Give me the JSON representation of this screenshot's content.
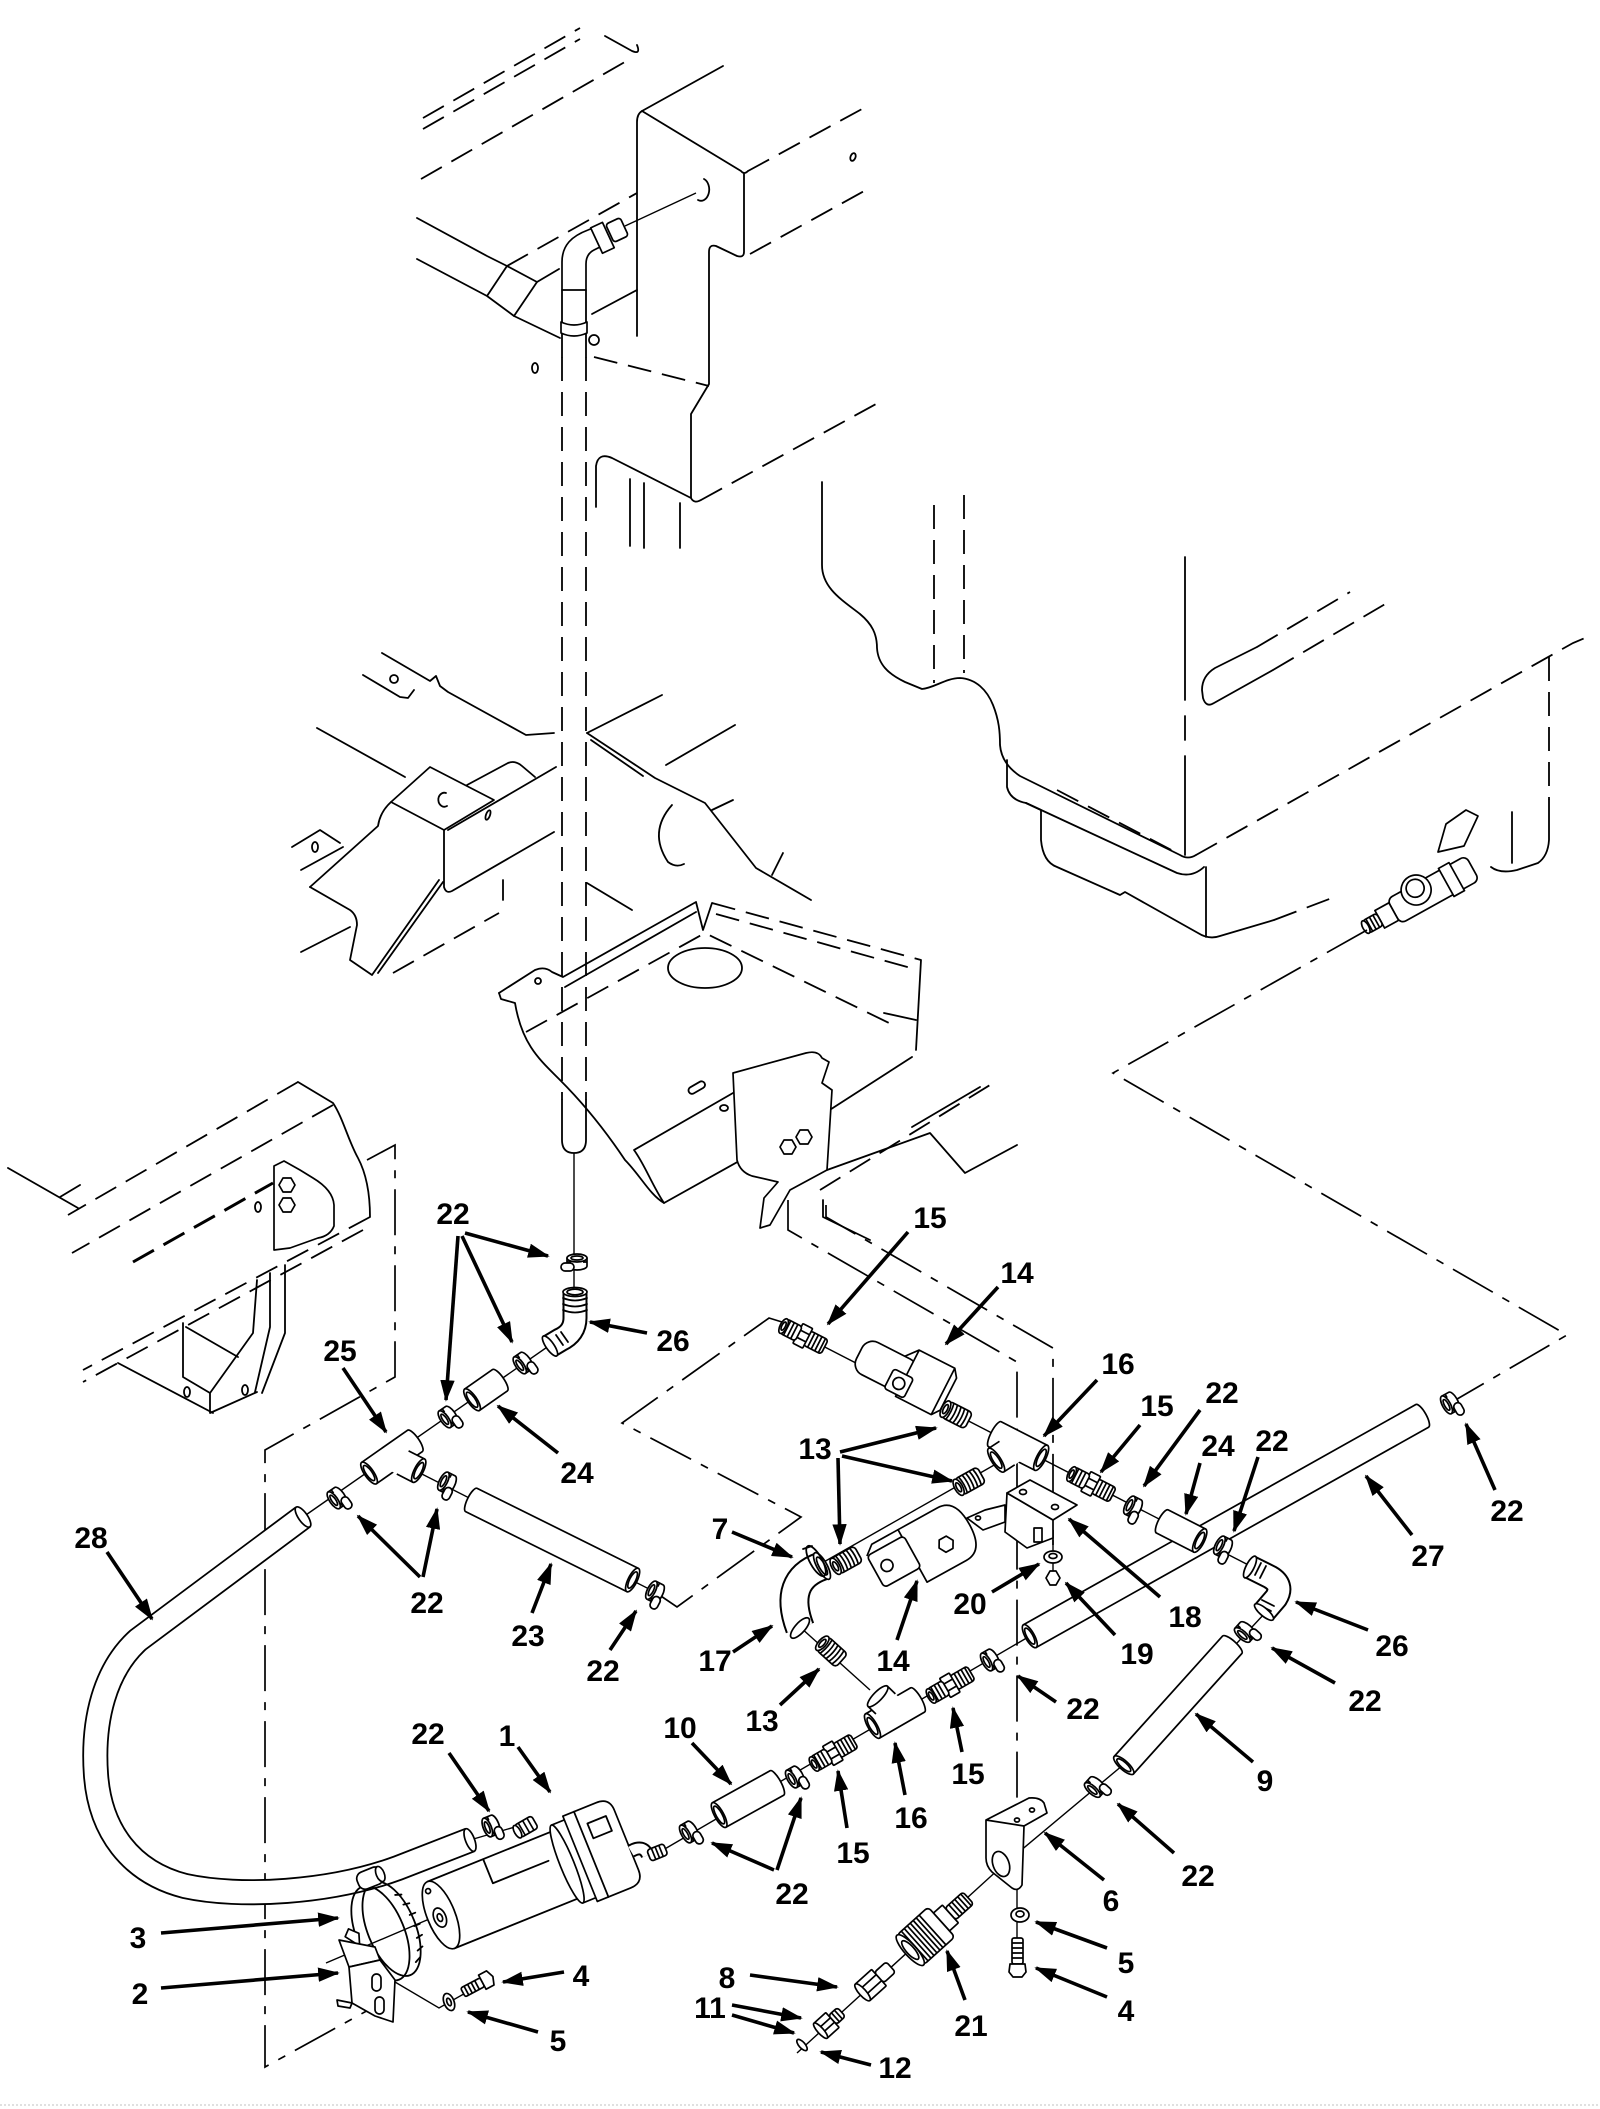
{
  "colors": {
    "ink": "#000000",
    "background": "#ffffff"
  },
  "callouts": [
    {
      "label": "22"
    },
    {
      "label": "15"
    },
    {
      "label": "14"
    },
    {
      "label": "26"
    },
    {
      "label": "25"
    },
    {
      "label": "16"
    },
    {
      "label": "22"
    },
    {
      "label": "15"
    },
    {
      "label": "24"
    },
    {
      "label": "13"
    },
    {
      "label": "24"
    },
    {
      "label": "22"
    },
    {
      "label": "28"
    },
    {
      "label": "7"
    },
    {
      "label": "22"
    },
    {
      "label": "27"
    },
    {
      "label": "20"
    },
    {
      "label": "18"
    },
    {
      "label": "22"
    },
    {
      "label": "23"
    },
    {
      "label": "17"
    },
    {
      "label": "14"
    },
    {
      "label": "19"
    },
    {
      "label": "26"
    },
    {
      "label": "22"
    },
    {
      "label": "13"
    },
    {
      "label": "22"
    },
    {
      "label": "22"
    },
    {
      "label": "9"
    },
    {
      "label": "10"
    },
    {
      "label": "22"
    },
    {
      "label": "1"
    },
    {
      "label": "15"
    },
    {
      "label": "16"
    },
    {
      "label": "15"
    },
    {
      "label": "22"
    },
    {
      "label": "22"
    },
    {
      "label": "6"
    },
    {
      "label": "3"
    },
    {
      "label": "5"
    },
    {
      "label": "4"
    },
    {
      "label": "2"
    },
    {
      "label": "8"
    },
    {
      "label": "21"
    },
    {
      "label": "4"
    },
    {
      "label": "11"
    },
    {
      "label": "5"
    },
    {
      "label": "12"
    }
  ]
}
